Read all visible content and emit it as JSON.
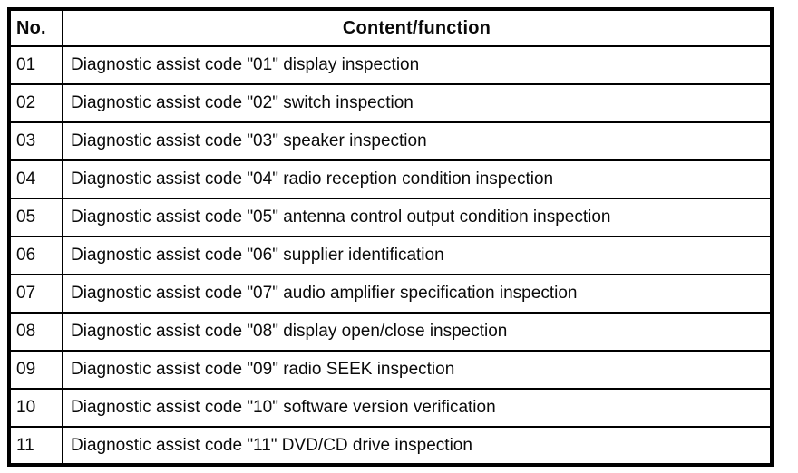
{
  "table": {
    "headers": {
      "no": "No.",
      "content": "Content/function"
    },
    "rows": [
      {
        "no": "01",
        "content": "Diagnostic assist code \"01\" display inspection"
      },
      {
        "no": "02",
        "content": "Diagnostic assist code \"02\" switch inspection"
      },
      {
        "no": "03",
        "content": "Diagnostic assist code \"03\" speaker inspection"
      },
      {
        "no": "04",
        "content": "Diagnostic assist code \"04\" radio reception condition inspection"
      },
      {
        "no": "05",
        "content": "Diagnostic assist code \"05\" antenna control output condition inspection"
      },
      {
        "no": "06",
        "content": "Diagnostic assist code \"06\" supplier identification"
      },
      {
        "no": "07",
        "content": "Diagnostic assist code \"07\" audio amplifier specification inspection"
      },
      {
        "no": "08",
        "content": "Diagnostic assist code \"08\" display open/close inspection"
      },
      {
        "no": "09",
        "content": "Diagnostic assist code \"09\" radio SEEK inspection"
      },
      {
        "no": "10",
        "content": "Diagnostic assist code \"10\" software version verification"
      },
      {
        "no": "11",
        "content": "Diagnostic assist code \"11\" DVD/CD drive inspection"
      }
    ],
    "colors": {
      "border": "#000000",
      "background": "#ffffff",
      "text": "#0a0a0a"
    }
  }
}
